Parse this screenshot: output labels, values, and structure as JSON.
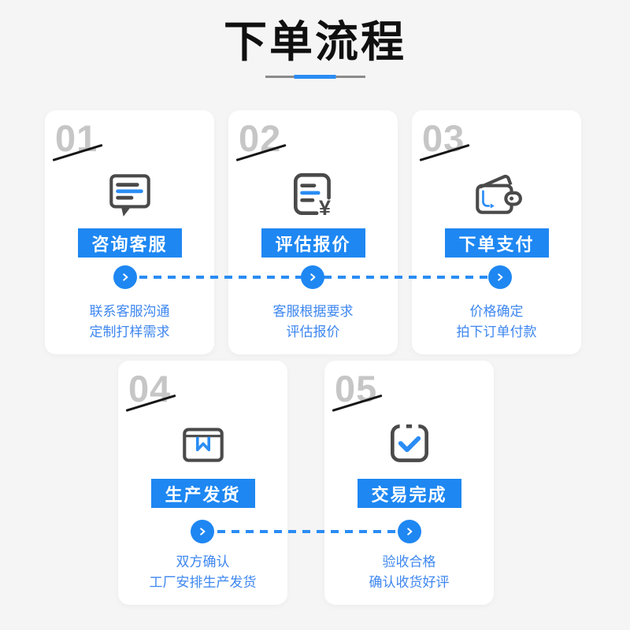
{
  "title": "下单流程",
  "colors": {
    "accent_blue": "#1e87f2",
    "dash_blue": "#2a8cf4",
    "desc_blue": "#3e87f0",
    "number_gray": "#c6c6c6",
    "icon_dark": "#4a4a4a",
    "background": "#f5f5f5",
    "card_white": "#ffffff"
  },
  "steps": [
    {
      "num": "01",
      "label": "咨询客服",
      "desc_line1": "联系客服沟通",
      "desc_line2": "定制打样需求",
      "icon": "chat-bubble-icon"
    },
    {
      "num": "02",
      "label": "评估报价",
      "desc_line1": "客服根据要求",
      "desc_line2": "评估报价",
      "icon": "quote-document-icon",
      "icon_currency": "¥"
    },
    {
      "num": "03",
      "label": "下单支付",
      "desc_line1": "价格确定",
      "desc_line2": "拍下订单付款",
      "icon": "wallet-icon"
    },
    {
      "num": "04",
      "label": "生产发货",
      "desc_line1": "双方确认",
      "desc_line2": "工厂安排生产发货",
      "icon": "package-box-icon"
    },
    {
      "num": "05",
      "label": "交易完成",
      "desc_line1": "验收合格",
      "desc_line2": "确认收货好评",
      "icon": "check-square-icon"
    }
  ]
}
